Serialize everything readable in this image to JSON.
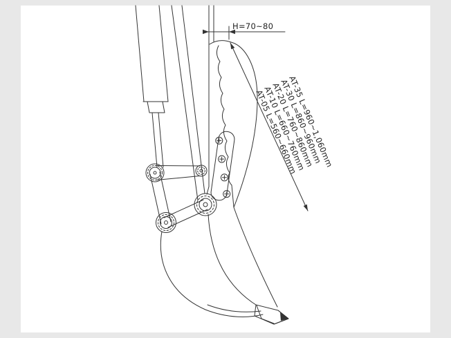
{
  "page": {
    "background_color": "#e8e8e8",
    "canvas_color": "#ffffff",
    "line_color": "#333333"
  },
  "drawing": {
    "h_dimension_label": "H=70~80",
    "model_length_labels": [
      "AT-35 L=960~1,060mm",
      "AT-30 L=860~960mm",
      "AT-20 L=760~860mm",
      "AT-10 L=660~760mm",
      "AT-05 L=560~660mm"
    ]
  }
}
